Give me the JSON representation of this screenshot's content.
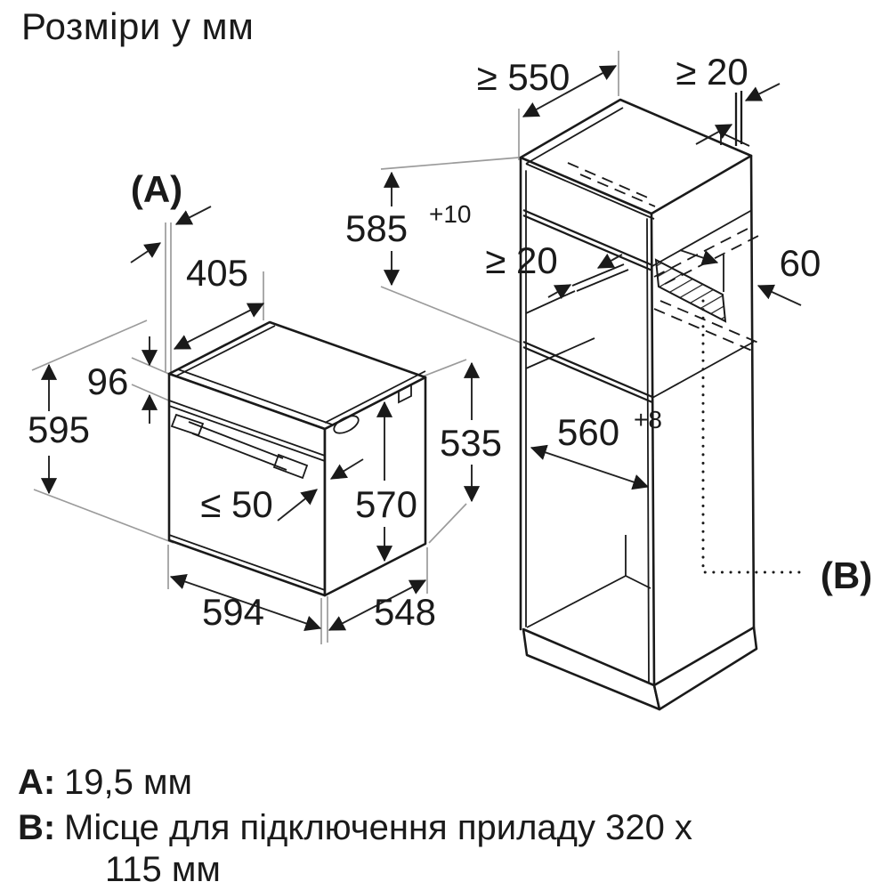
{
  "title": "Розміри у мм",
  "colors": {
    "ink": "#1a1a1a",
    "background": "#ffffff"
  },
  "oven": {
    "label_a": "(A)",
    "dim_depth_top": "405",
    "dim_panel_height": "96",
    "dim_height_total": "595",
    "dim_door_gap": "≤ 50",
    "dim_body_height": "570",
    "dim_width": "594",
    "dim_body_depth": "548",
    "dim_side_height": "535"
  },
  "cabinet": {
    "dim_min_depth": "≥ 550",
    "dim_wall_gap_top": "≥ 20",
    "dim_niche_height": "585",
    "dim_niche_height_sup": "+10",
    "dim_back_gap_mid": "≥ 20",
    "dim_duct": "60",
    "dim_niche_width": "560",
    "dim_niche_width_sup": "+8",
    "label_b": "(B)"
  },
  "notes": {
    "a_label": "A:",
    "a_text": "19,5 мм",
    "b_label": "B:",
    "b_text_line1": "Місце для підключення приладу 320 x",
    "b_text_line2": "115 мм"
  }
}
